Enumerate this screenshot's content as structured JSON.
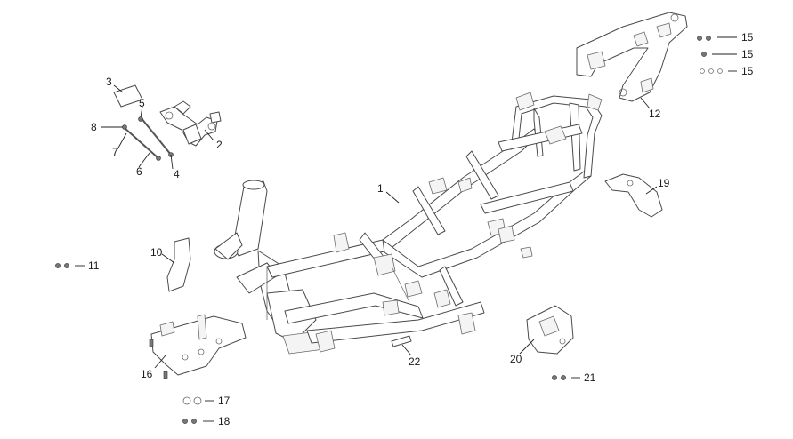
{
  "callouts": {
    "c1": "1",
    "c2": "2",
    "c3": "3",
    "c4": "4",
    "c5": "5",
    "c6": "6",
    "c7": "7",
    "c8": "8",
    "c10": "10",
    "c11": "11",
    "c12": "12",
    "c15a": "15",
    "c15b": "15",
    "c15c": "15",
    "c16": "16",
    "c17": "17",
    "c18": "18",
    "c19": "19",
    "c20": "20",
    "c21": "21",
    "c22": "22"
  }
}
